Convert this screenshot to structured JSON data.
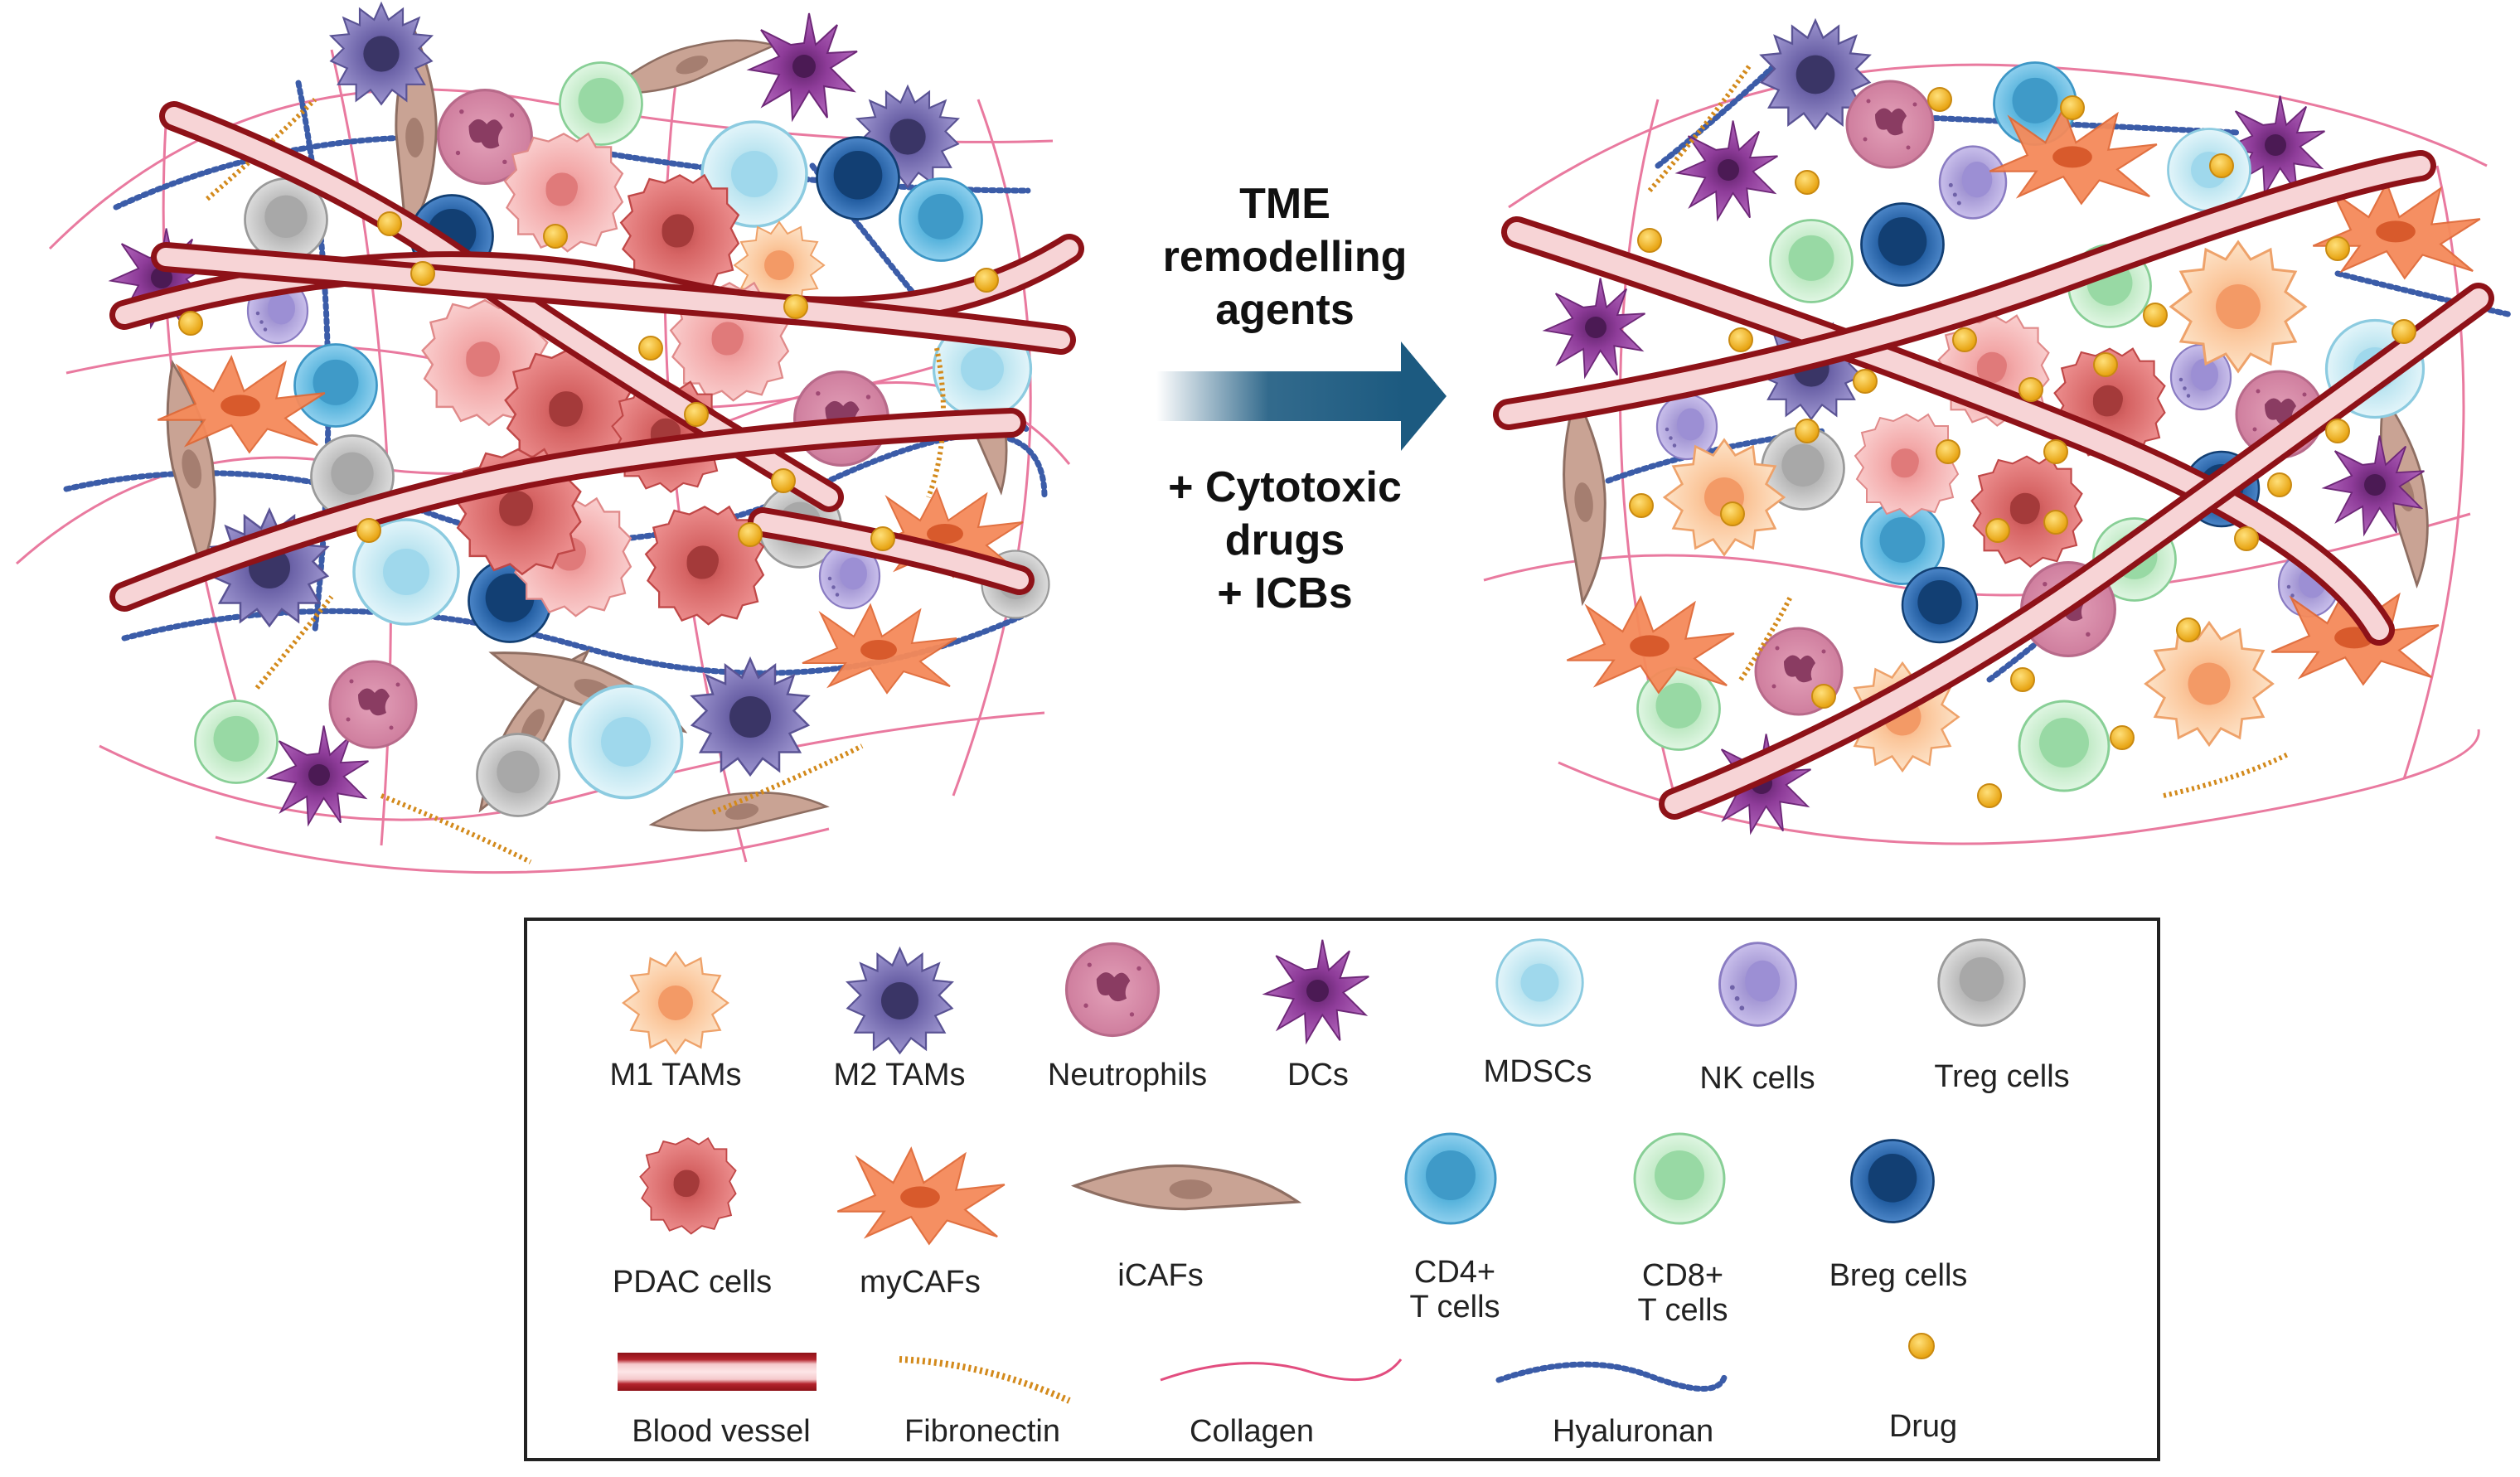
{
  "arrow": {
    "top_lines": [
      "TME",
      "remodelling",
      "agents"
    ],
    "bottom_lines": [
      "+ Cytotoxic",
      "drugs",
      "+ ICBs"
    ]
  },
  "legend": {
    "m1_tams": "M1 TAMs",
    "m2_tams": "M2 TAMs",
    "neutrophils": "Neutrophils",
    "dcs": "DCs",
    "mdscs": "MDSCs",
    "nk_cells": "NK cells",
    "treg_cells": "Treg cells",
    "pdac_cells": "PDAC cells",
    "mycafs": "myCAFs",
    "icafs": "iCAFs",
    "cd4_line1": "CD4+",
    "cd4_line2": "T cells",
    "cd8_line1": "CD8+",
    "cd8_line2": "T cells",
    "breg_cells": "Breg cells",
    "blood_vessel": "Blood vessel",
    "fibronectin": "Fibronectin",
    "collagen": "Collagen",
    "hyaluronan": "Hyaluronan",
    "drug": "Drug"
  },
  "colors": {
    "m1_tam": "#f9c08f",
    "m2_tam": "#7a6fb0",
    "neutrophil": "#d98aa6",
    "dc": "#8e3c99",
    "mdsc": "#bfe6f1",
    "nk": "#b3a6de",
    "treg": "#b9b9b9",
    "pdac": "#e07070",
    "mycaf": "#f58a5a",
    "icaf": "#c9a394",
    "cd4": "#57b3dc",
    "cd8": "#bfe9c4",
    "breg": "#1f5a9e",
    "vessel": "#a51c24",
    "fibronectin": "#d38a1c",
    "collagen": "#e24d7f",
    "hyaluronan": "#3b5ca8",
    "drug": "#f2b72c",
    "arrow": "#1c5a80"
  }
}
